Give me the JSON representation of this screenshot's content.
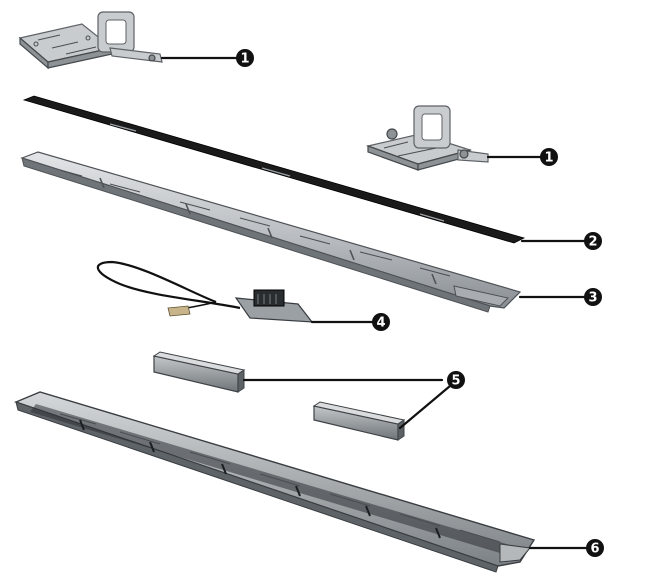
{
  "callouts": [
    {
      "id": "callout-1a",
      "label": "1"
    },
    {
      "id": "callout-1b",
      "label": "1"
    },
    {
      "id": "callout-2",
      "label": "2"
    },
    {
      "id": "callout-3",
      "label": "3"
    },
    {
      "id": "callout-4",
      "label": "4"
    },
    {
      "id": "callout-5",
      "label": "5"
    },
    {
      "id": "callout-6",
      "label": "6"
    }
  ],
  "colors": {
    "line": "#111111",
    "part_light": "#c9cccf",
    "part_dark": "#8d9296",
    "strip": "#1a1a1a"
  }
}
